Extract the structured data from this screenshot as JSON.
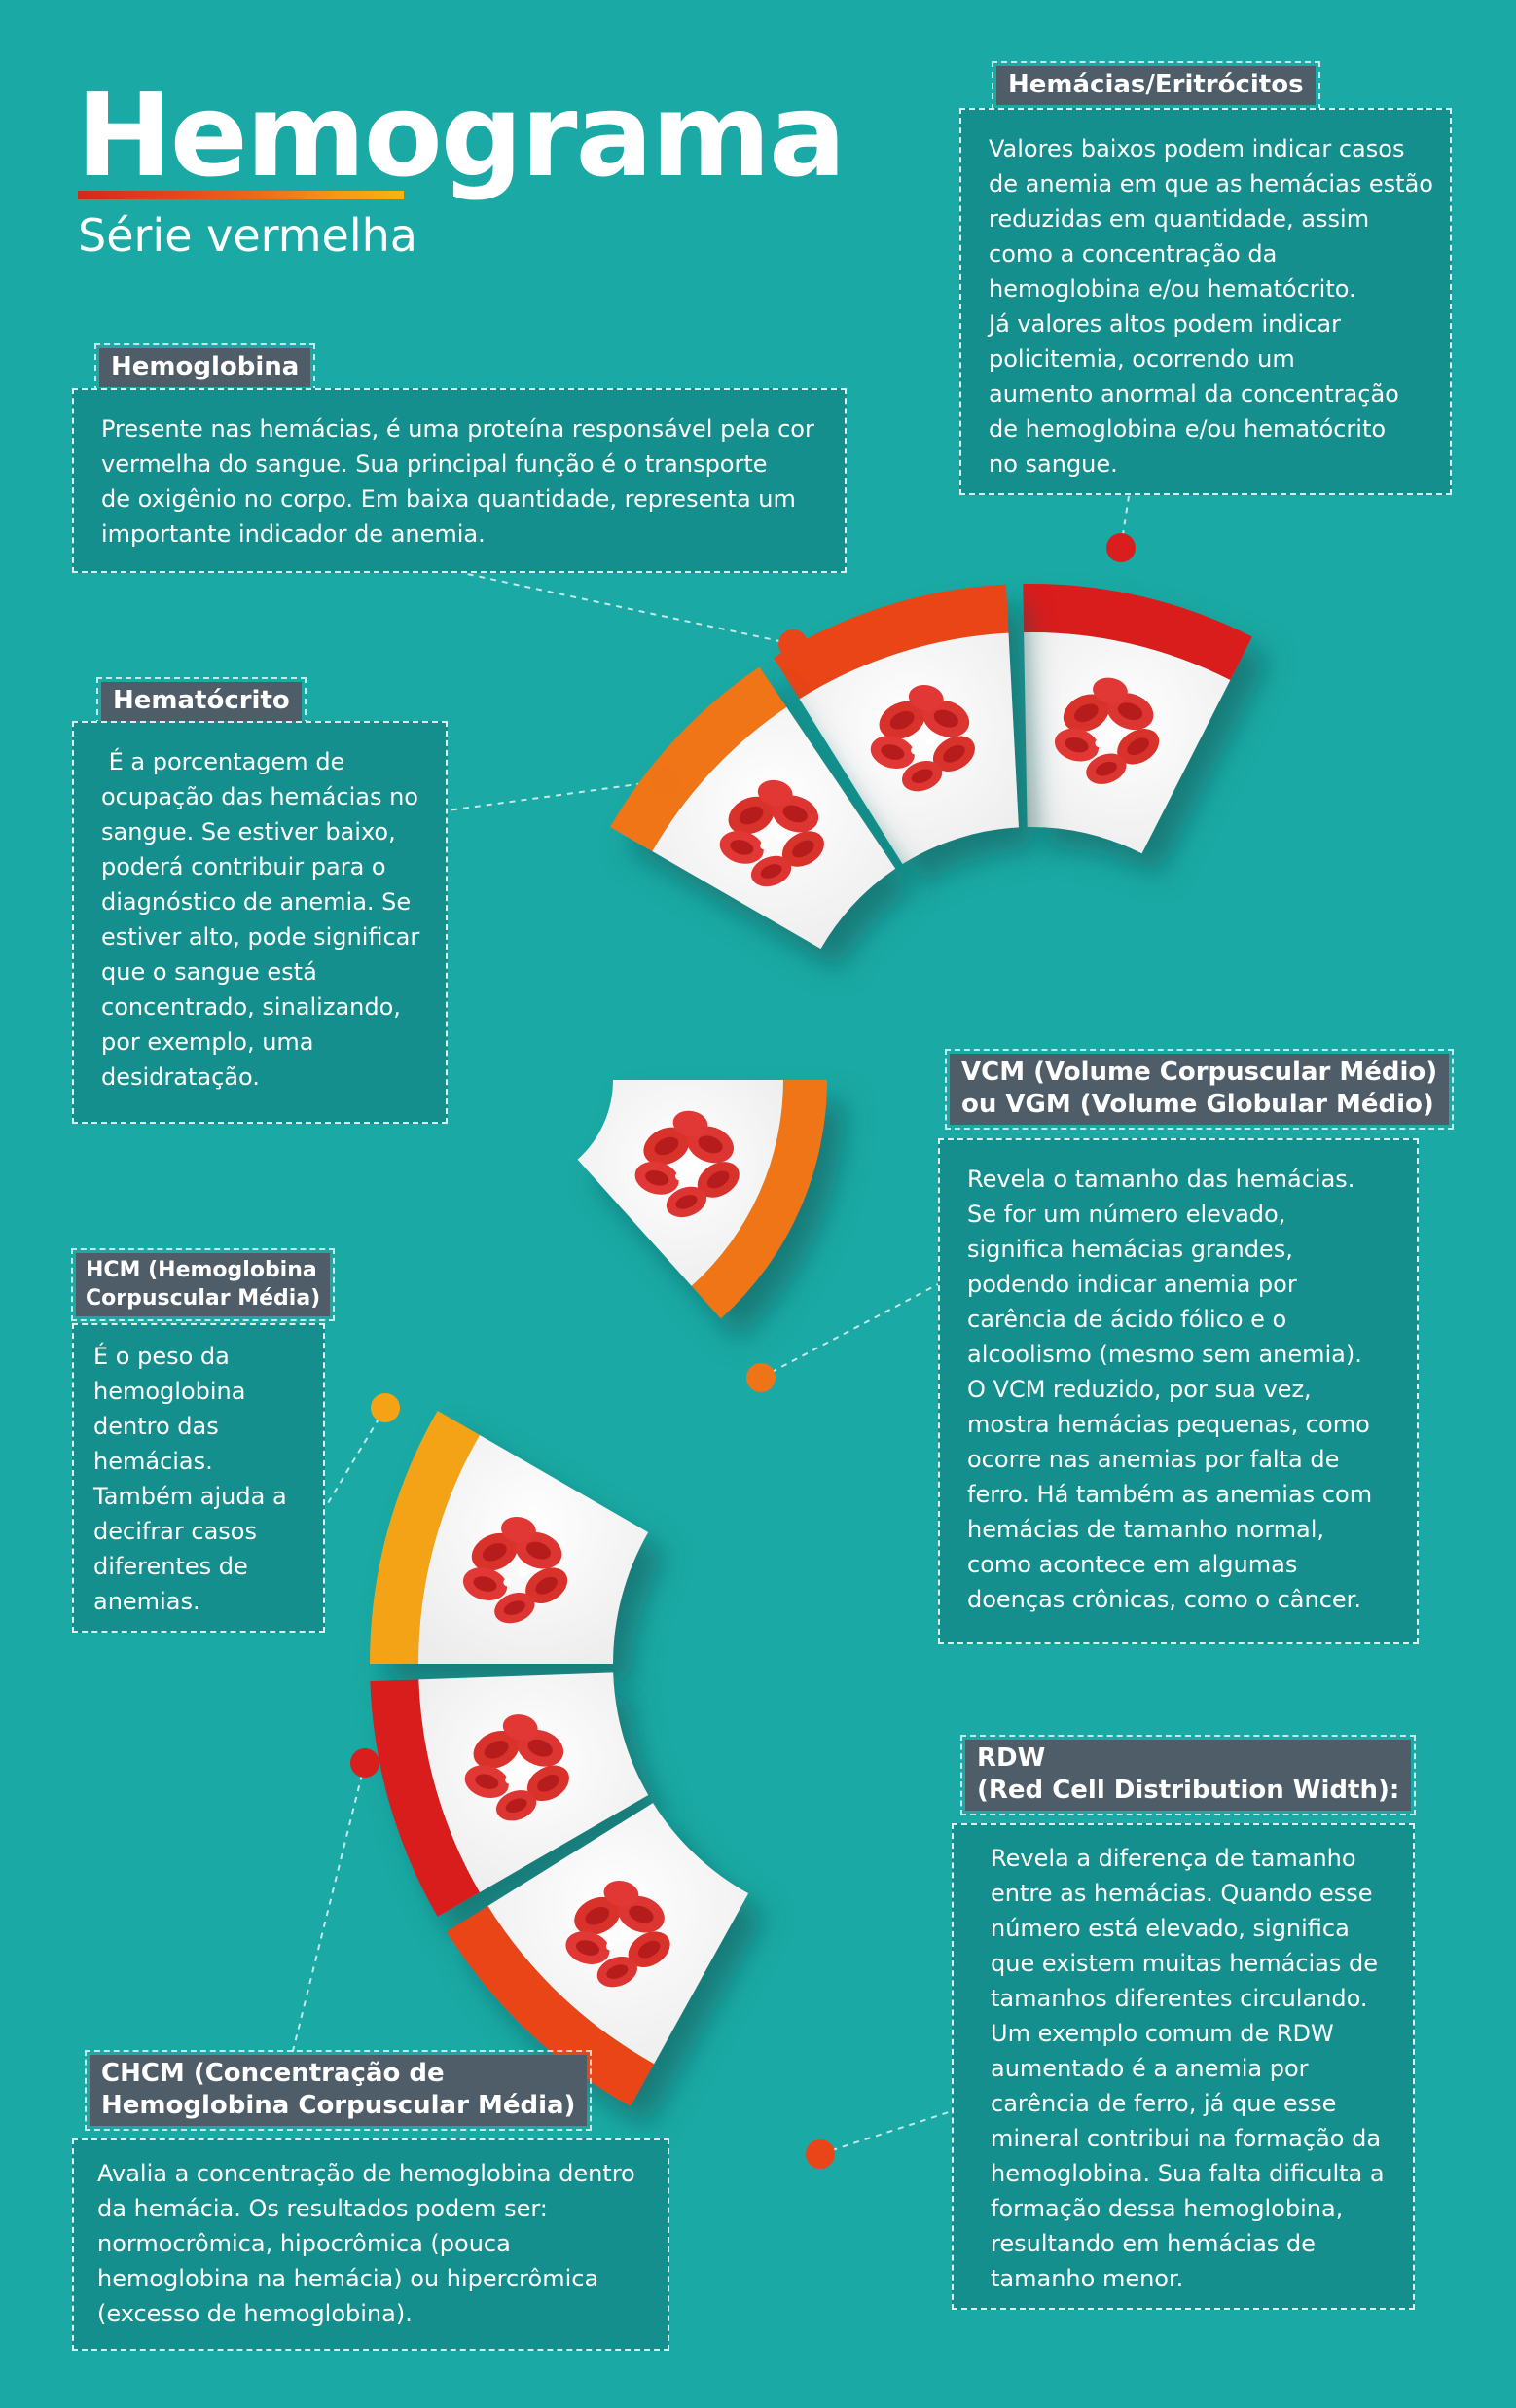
{
  "header": {
    "title": "Hemograma",
    "subtitle": "Série vermelha"
  },
  "colors": {
    "background": "#1aa9a4",
    "box": "#158f8d",
    "label": "#4f5d68",
    "red": "#d91f1e",
    "red_orange": "#ea4518",
    "orange": "#ef7418",
    "amber": "#f5a314"
  },
  "sections": {
    "hemacias": {
      "label": "Hemácias/Eritrócitos",
      "lines": [
        "Valores baixos podem indicar casos",
        "de anemia em que as hemácias estão",
        "reduzidas em quantidade, assim",
        "como a concentração da",
        "hemoglobina e/ou hematócrito.",
        "Já valores altos podem indicar",
        "policitemia, ocorrendo um",
        "aumento anormal da concentração",
        "de hemoglobina e/ou hematócrito",
        "no sangue."
      ]
    },
    "hemoglobina": {
      "label": "Hemoglobina",
      "lines": [
        "Presente nas hemácias, é uma proteína responsável pela cor",
        "vermelha do sangue. Sua principal função é o transporte",
        "de oxigênio no corpo. Em baixa quantidade, representa um",
        "importante indicador de anemia."
      ]
    },
    "hematocrito": {
      "label": "Hematócrito",
      "lines": [
        " É a porcentagem de",
        "ocupação das hemácias no",
        "sangue. Se estiver baixo,",
        "poderá contribuir para o",
        "diagnóstico de anemia. Se",
        "estiver alto, pode significar",
        "que o sangue está",
        "concentrado, sinalizando,",
        "por exemplo, uma",
        "desidratação."
      ]
    },
    "vcm": {
      "label_lines": [
        "VCM (Volume Corpuscular Médio)",
        "ou VGM (Volume Globular Médio)"
      ],
      "lines": [
        "Revela o tamanho das hemácias.",
        "Se for um número elevado,",
        "significa hemácias grandes,",
        "podendo indicar anemia por",
        "carência de ácido fólico e o",
        "alcoolismo (mesmo sem anemia).",
        "O VCM reduzido, por sua vez,",
        "mostra hemácias pequenas, como",
        "ocorre nas anemias por falta de",
        "ferro. Há também as anemias com",
        "hemácias de tamanho normal,",
        "como acontece em algumas",
        "doenças crônicas, como o câncer."
      ]
    },
    "hcm": {
      "label_lines": [
        "HCM (Hemoglobina",
        "Corpuscular Média)"
      ],
      "lines": [
        "É o peso da",
        "hemoglobina",
        "dentro das",
        "hemácias.",
        "Também ajuda a",
        "decifrar casos",
        "diferentes de",
        "anemias."
      ]
    },
    "rdw": {
      "label_lines": [
        "RDW",
        "(Red Cell Distribution Width):"
      ],
      "lines": [
        "Revela a diferença de tamanho",
        "entre as hemácias. Quando esse",
        "número está elevado, significa",
        "que existem muitas hemácias de",
        "tamanhos diferentes circulando.",
        "Um exemplo comum de RDW",
        "aumentado é a anemia por",
        "carência de ferro, já que esse",
        "mineral contribui na formação da",
        "hemoglobina. Sua falta dificulta a",
        "formação dessa hemoglobina,",
        "resultando em hemácias de",
        "tamanho menor."
      ]
    },
    "chcm": {
      "label_lines": [
        "CHCM (Concentração de",
        "Hemoglobina Corpuscular Média)"
      ],
      "lines": [
        "Avalia a concentração de hemoglobina dentro",
        "da hemácia. Os resultados podem ser:",
        "normocrômica, hipocrômica (pouca",
        "hemoglobina na hemácia) ou hipercrômica",
        "(excesso de hemoglobina)."
      ]
    }
  }
}
